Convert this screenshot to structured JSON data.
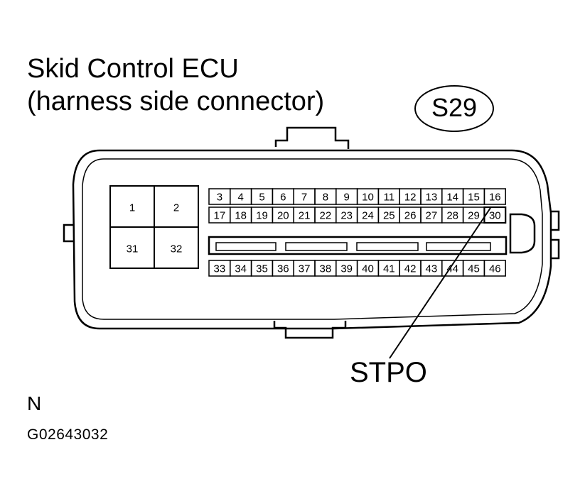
{
  "title_line1": "Skid Control ECU",
  "title_line2": "(harness side connector)",
  "connector_code": "S29",
  "signal_label": "STPO",
  "orientation_mark": "N",
  "figure_id": "G02643032",
  "large_pins": [
    "1",
    "2",
    "31",
    "32"
  ],
  "pin_rows": [
    [
      "3",
      "4",
      "5",
      "6",
      "7",
      "8",
      "9",
      "10",
      "11",
      "12",
      "13",
      "14",
      "15",
      "16"
    ],
    [
      "17",
      "18",
      "19",
      "20",
      "21",
      "22",
      "23",
      "24",
      "25",
      "26",
      "27",
      "28",
      "29",
      "30"
    ],
    [
      "33",
      "34",
      "35",
      "36",
      "37",
      "38",
      "39",
      "40",
      "41",
      "42",
      "43",
      "44",
      "45",
      "46"
    ]
  ],
  "highlighted_pin": "30"
}
